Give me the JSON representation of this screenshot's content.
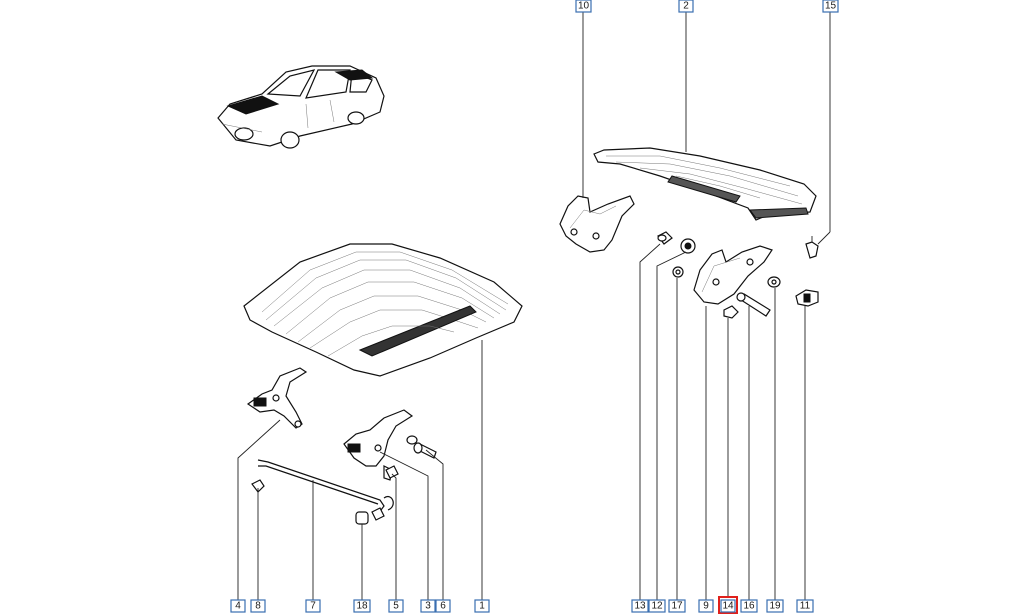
{
  "colors": {
    "callout_border": "#3a6fb0",
    "highlight": "#e0201b",
    "line": "#111111"
  },
  "highlighted_callout": "14",
  "callouts": {
    "c10": "10",
    "c2": "2",
    "c15": "15",
    "c4": "4",
    "c8": "8",
    "c7": "7",
    "c18": "18",
    "c5": "5",
    "c3": "3",
    "c6": "6",
    "c1": "1",
    "c13": "13",
    "c12": "12",
    "c17": "17",
    "c9": "9",
    "c14": "14",
    "c16": "16",
    "c19": "19",
    "c11": "11"
  }
}
